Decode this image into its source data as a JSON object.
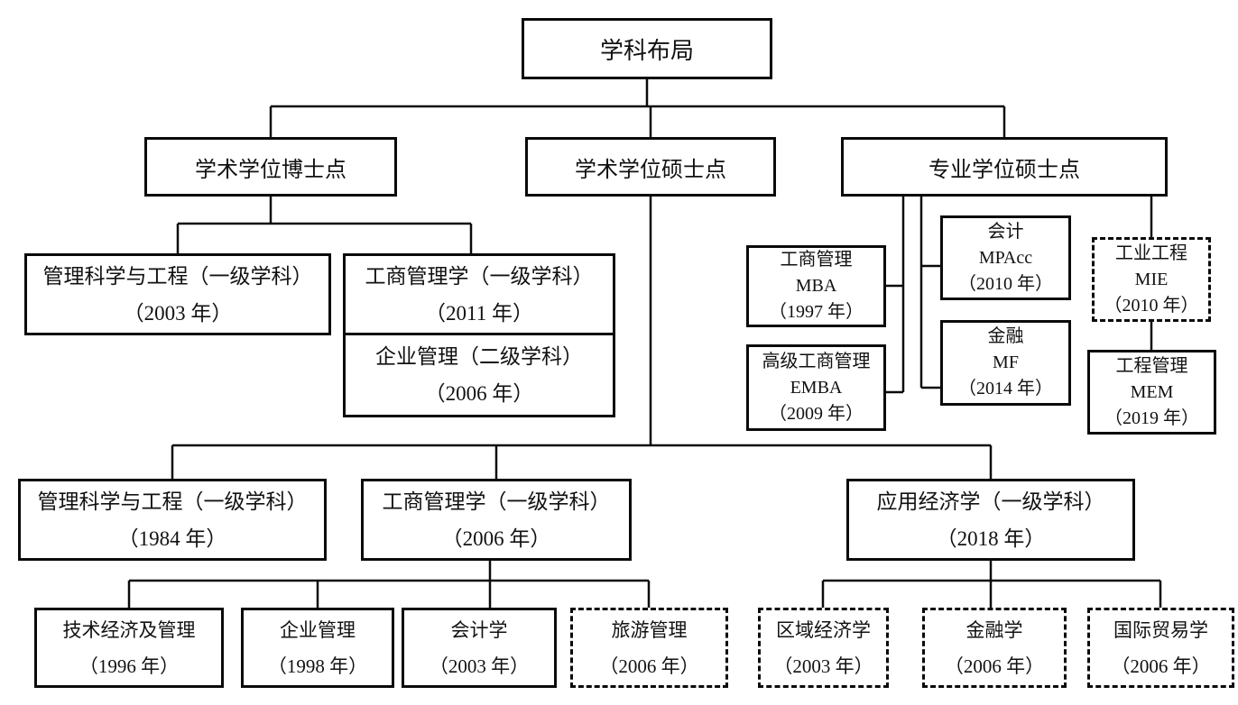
{
  "diagram_title": "学科布局",
  "colors": {
    "line": "#000000",
    "background": "#ffffff",
    "text": "#111111",
    "border_solid": "#0a0a0a",
    "border_dashed": "#0a0a0a"
  },
  "nodes": {
    "root": {
      "lines": [
        "学科布局"
      ]
    },
    "phd": {
      "lines": [
        "学术学位博士点"
      ]
    },
    "amaster": {
      "lines": [
        "学术学位硕士点"
      ]
    },
    "pmaster": {
      "lines": [
        "专业学位硕士点"
      ]
    },
    "d_mse": {
      "lines": [
        "管理科学与工程（一级学科）",
        "（2003 年）"
      ]
    },
    "d_ba": {
      "lines": [
        "工商管理学（一级学科）",
        "（2011 年）"
      ]
    },
    "d_em": {
      "lines": [
        "企业管理（二级学科）",
        "（2006 年）"
      ]
    },
    "mba": {
      "lines": [
        "工商管理",
        "MBA",
        "（1997 年）"
      ]
    },
    "emba": {
      "lines": [
        "高级工商管理",
        "EMBA",
        "（2009 年）"
      ]
    },
    "mpacc": {
      "lines": [
        "会计",
        "MPAcc",
        "（2010 年）"
      ]
    },
    "mf": {
      "lines": [
        "金融",
        "MF",
        "（2014 年）"
      ]
    },
    "mie": {
      "lines": [
        "工业工程",
        "MIE",
        "（2010 年）"
      ]
    },
    "mem": {
      "lines": [
        "工程管理",
        "MEM",
        "（2019 年）"
      ]
    },
    "m_mse": {
      "lines": [
        "管理科学与工程（一级学科）",
        "（1984 年）"
      ]
    },
    "m_ba": {
      "lines": [
        "工商管理学（一级学科）",
        "（2006 年）"
      ]
    },
    "m_ae": {
      "lines": [
        "应用经济学（一级学科）",
        "（2018 年）"
      ]
    },
    "b_tech": {
      "lines": [
        "技术经济及管理",
        "（1996 年）"
      ]
    },
    "b_em": {
      "lines": [
        "企业管理",
        "（1998 年）"
      ]
    },
    "b_acc": {
      "lines": [
        "会计学",
        "（2003 年）"
      ]
    },
    "b_tour": {
      "lines": [
        "旅游管理",
        "（2006 年）"
      ]
    },
    "e_region": {
      "lines": [
        "区域经济学",
        "（2003 年）"
      ]
    },
    "e_fin": {
      "lines": [
        "金融学",
        "（2006 年）"
      ]
    },
    "e_trade": {
      "lines": [
        "国际贸易学",
        "（2006 年）"
      ]
    }
  }
}
